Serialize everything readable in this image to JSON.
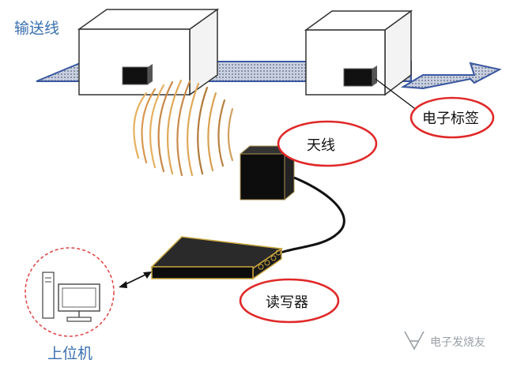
{
  "labels": {
    "conveyor": "输送线",
    "tag": "电子标签",
    "antenna": "天线",
    "reader": "读写器",
    "host": "上位机"
  },
  "watermark": {
    "text": "电子发烧友"
  },
  "colors": {
    "conveyor_fill": "#9aa8c8",
    "conveyor_edge": "#3a58a0",
    "callout_oval": "#e02828",
    "host_circle": "#e04040",
    "label_blue": "#3a6fb0",
    "device_body": "#111111",
    "device_trim": "#c8a640"
  },
  "icons": {
    "antenna": "antenna-box-icon",
    "reader": "reader-device-icon",
    "host": "computer-icon",
    "tag": "rfid-tag-icon",
    "waves": "radio-waves-icon",
    "watermark_logo": "watermark-logo-icon"
  }
}
